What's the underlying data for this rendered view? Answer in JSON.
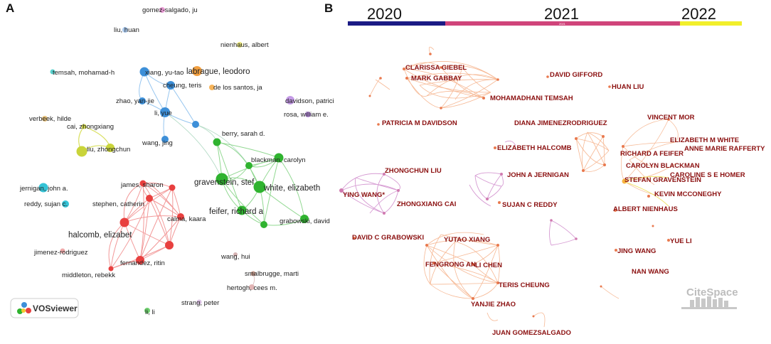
{
  "panel_a": {
    "letter": "A",
    "labels": {
      "liu_huan": "liu, huan",
      "gomez_salgado": "gomez-salgado, ju",
      "nienhaus": "nienhaus, albert",
      "temsah": "temsah, mohamad-h",
      "xiang": "xiang, yu-tao",
      "labrague": "labrague, leodoro",
      "cheung": "cheung, teris",
      "de_los_santos": "de los santos, ja",
      "zhao": "zhao, yan-jie",
      "davidson": "davidson, patrici",
      "li_yue": "li, yue",
      "rosa": "rosa, william e.",
      "verbeek": "verbeek, hilde",
      "cai": "cai, zhongxiang",
      "berry": "berry, sarah d.",
      "liu_zhongchun": "liu, zhongchun",
      "wang_jing": "wang, jing",
      "blackman": "blackman, carolyn",
      "gravenstein": "gravenstein, stef",
      "white": "white, elizabeth",
      "james": "james, sharon",
      "jernigan": "jernigan, john a.",
      "stephen": "stephen, catherin",
      "reddy": "reddy, sujan c.",
      "feifer": "feifer, richard a",
      "calma": "calma, kaara",
      "grabowski": "grabowski, david",
      "halcomb": "halcomb, elizabet",
      "jimenez": "jimenez-rodriguez",
      "fernandez": "fernandez, ritin",
      "wang_hui": "wang, hui",
      "middleton": "middleton, rebekk",
      "smalbrugge": "smalbrugge, marti",
      "hertogh": "hertogh, cees m.",
      "strang": "strang, peter",
      "li_li": "li, li"
    },
    "logo_text": "VOSviewer",
    "colors": {
      "red": "#e8403f",
      "green": "#2fb32f",
      "blue": "#3d8fd8",
      "yellow": "#c9d43a",
      "orange": "#f3a040",
      "cyan": "#35c3d6",
      "purple": "#b98ce0",
      "pink": "#e7a3c7",
      "beige": "#d9c7a3",
      "brown": "#c49a8c"
    }
  },
  "panel_b": {
    "letter": "B",
    "timeline": {
      "years": [
        "2020",
        "2021",
        "2022"
      ],
      "small_label": "2021",
      "colors": [
        "#1b1b85",
        "#d0447a",
        "#f2ef2b"
      ]
    },
    "labels": {
      "giebel": "CLARISSA GIEBEL",
      "gabbay": "MARK GABBAY",
      "gifford": "DAVID GIFFORD",
      "temsah": "MOHAMADHANI TEMSAH",
      "huan_liu": "HUAN LIU",
      "davidson": "PATRICIA M DAVIDSON",
      "jimenez": "DIANA JIMENEZRODRIGUEZ",
      "mor": "VINCENT MOR",
      "white": "ELIZABETH M WHITE",
      "rafferty": "ANNE MARIE RAFFERTY",
      "halcomb": "ELIZABETH HALCOMB",
      "feifer": "RICHARD A FEIFER",
      "blackman": "CAROLYN BLACKMAN",
      "homer": "CAROLINE S E HOMER",
      "zhongchun": "ZHONGCHUN LIU",
      "jernigan": "JOHN A JERNIGAN",
      "gravenstein": "STEFAN GRAVENSTEIN",
      "ying_wang": "YING WANG*",
      "mcconeghy": "KEVIN MCCONEGHY",
      "zhongxiang": "ZHONGXIANG CAI",
      "reddy": "SUJAN C REDDY",
      "nienhaus": "ALBERT NIENHAUS",
      "grabowski": "DAVID C GRABOWSKI",
      "yutao": "YUTAO XIANG",
      "yue_li": "YUE LI",
      "jing_wang": "JING WANG",
      "fengrong": "FENGRONG AN",
      "li_chen": "LI CHEN",
      "nan_wang": "NAN WANG",
      "teris": "TERIS CHEUNG",
      "yanjie": "YANJIE ZHAO",
      "gomez": "JUAN GOMEZSALGADO"
    },
    "logo_text": "CiteSpace",
    "colors": {
      "edge_orange": "#f4a77a",
      "edge_purple": "#cf8acb",
      "edge_yellow": "#efe05a",
      "node": "#e9794e",
      "label": "#8b1010"
    }
  }
}
